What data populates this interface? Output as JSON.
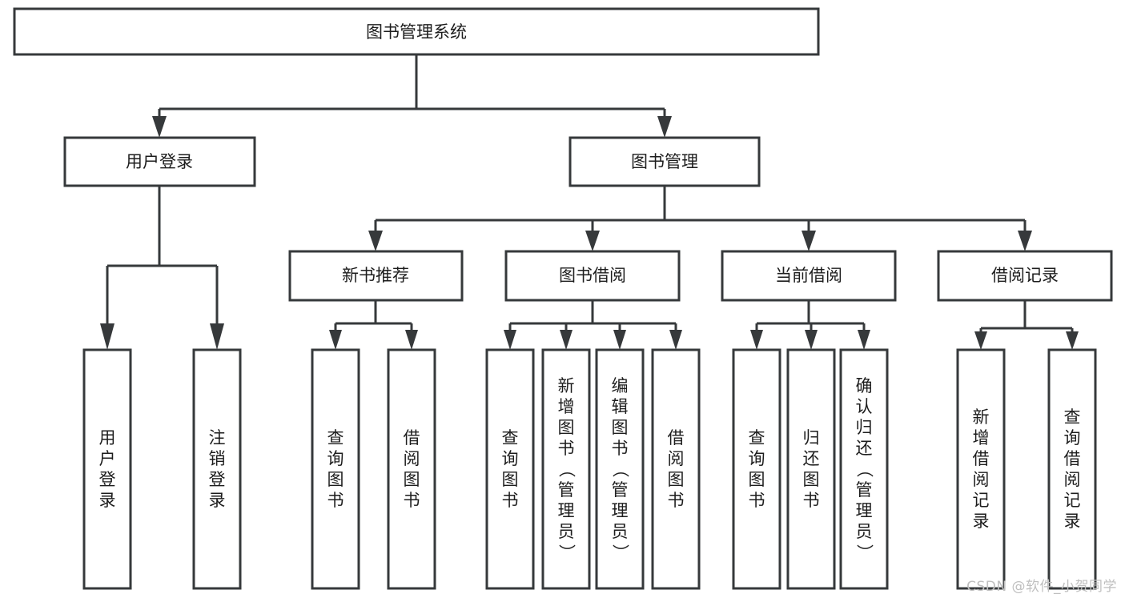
{
  "diagram": {
    "type": "tree-hierarchy-flowchart",
    "title": "图书管理系统",
    "colors": {
      "stroke": "#36393b",
      "fill": "#ffffff",
      "text": "#1d1d1d",
      "watermark": "#bfbfbf",
      "background": "#ffffff"
    },
    "levels": {
      "root": {
        "label": "图书管理系统"
      },
      "level2": [
        {
          "label": "用户登录"
        },
        {
          "label": "图书管理"
        }
      ],
      "level3": [
        {
          "label": "新书推荐"
        },
        {
          "label": "图书借阅"
        },
        {
          "label": "当前借阅"
        },
        {
          "label": "借阅记录"
        }
      ],
      "leaves": {
        "user_login": [
          {
            "label": "用户登录"
          },
          {
            "label": "注销登录"
          }
        ],
        "new_book_recommend": [
          {
            "label": "查询图书"
          },
          {
            "label": "借阅图书"
          }
        ],
        "book_borrow": [
          {
            "label": "查询图书"
          },
          {
            "label": "新增图书（管理员）"
          },
          {
            "label": "编辑图书（管理员）"
          },
          {
            "label": "借阅图书"
          }
        ],
        "current_borrow": [
          {
            "label": "查询图书"
          },
          {
            "label": "归还图书"
          },
          {
            "label": "确认归还（管理员）"
          }
        ],
        "borrow_record": [
          {
            "label": "新增借阅记录"
          },
          {
            "label": "查询借阅记录"
          }
        ]
      }
    },
    "watermark": "CSDN @软件_小贺同学"
  }
}
